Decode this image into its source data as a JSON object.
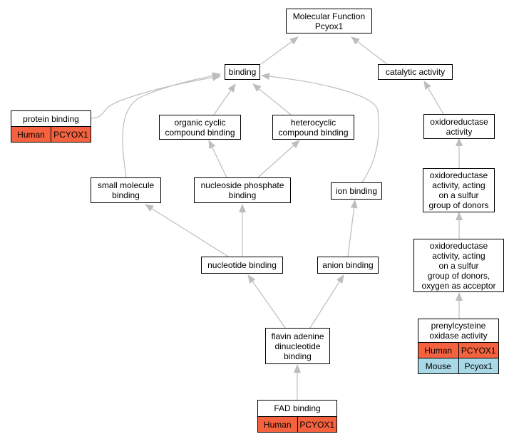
{
  "nodes": {
    "mf": {
      "label": "Molecular Function\nPcyox1"
    },
    "binding": {
      "label": "binding"
    },
    "catalytic": {
      "label": "catalytic activity"
    },
    "protein_binding": {
      "label": "protein binding",
      "annotations": [
        {
          "species": "Human",
          "gene": "PCYOX1"
        }
      ]
    },
    "organic_cyclic": {
      "label": "organic cyclic\ncompound binding"
    },
    "heterocyclic": {
      "label": "heterocyclic\ncompound binding"
    },
    "oxidoreductase": {
      "label": "oxidoreductase\nactivity"
    },
    "small_molecule": {
      "label": "small molecule\nbinding"
    },
    "nucleoside_phosphate": {
      "label": "nucleoside phosphate\nbinding"
    },
    "ion_binding": {
      "label": "ion binding"
    },
    "oxido_sulfur": {
      "label": "oxidoreductase\nactivity, acting\non a sulfur\ngroup of donors"
    },
    "nucleotide": {
      "label": "nucleotide binding"
    },
    "anion": {
      "label": "anion binding"
    },
    "oxido_sulfur_oxygen": {
      "label": "oxidoreductase\nactivity, acting\non a sulfur\ngroup of donors,\noxygen as acceptor"
    },
    "prenylcysteine": {
      "label": "prenylcysteine\noxidase activity",
      "annotations": [
        {
          "species": "Human",
          "gene": "PCYOX1"
        },
        {
          "species": "Mouse",
          "gene": "Pcyox1"
        }
      ]
    },
    "fad_dinucleotide": {
      "label": "flavin adenine\ndinucleotide\nbinding"
    },
    "fad_binding": {
      "label": "FAD binding",
      "annotations": [
        {
          "species": "Human",
          "gene": "PCYOX1"
        }
      ]
    }
  },
  "colors": {
    "Human": "#f4623f",
    "Mouse": "#a9d8e6",
    "edge": "#bdbdbd"
  }
}
